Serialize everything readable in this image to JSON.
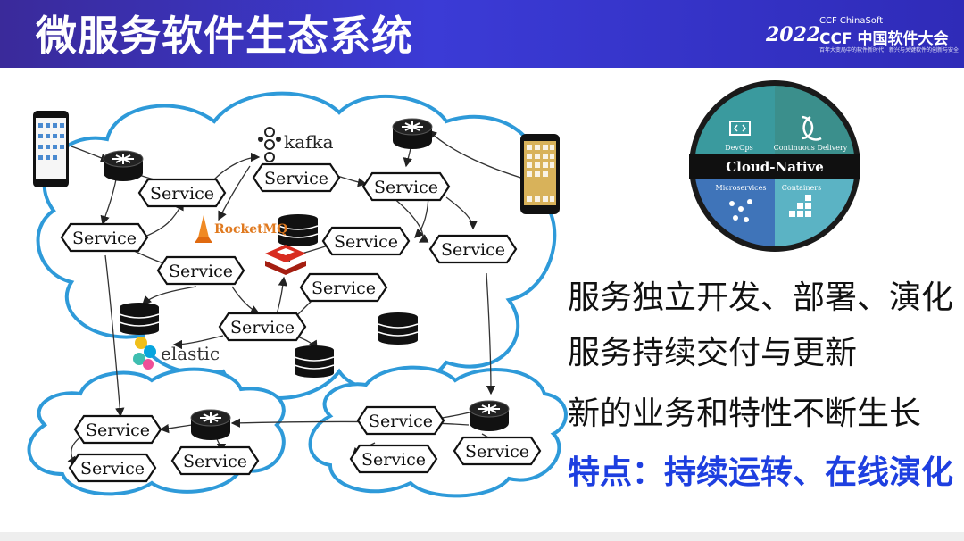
{
  "header": {
    "title": "微服务软件生态系统"
  },
  "logo": {
    "year": "2022",
    "org": "CCF ChinaSoft",
    "conference": "CCF 中国软件大会",
    "tagline": "百年大变局中的软件新时代：新兴与关键软件的创新与安全"
  },
  "diagram": {
    "service_label": "Service",
    "kafka_label": "kafka",
    "rocketmq_label": "RocketMQ",
    "elastic_label": "elastic"
  },
  "cloud_native": {
    "center": "Cloud-Native",
    "devops": "DevOps",
    "continuous_delivery": "Continuous Delivery",
    "microservices": "Microservices",
    "containers": "Containers",
    "colors": {
      "devops": "#3a9a9e",
      "delivery": "#3b8f8c",
      "micro": "#3f74b9",
      "containers": "#5bb3c4",
      "band": "#101010"
    }
  },
  "bullets": [
    {
      "text": "服务独立开发、部署、演化"
    },
    {
      "text": "服务持续交付与更新"
    },
    {
      "text": "新的业务和特性不断生长"
    },
    {
      "text": "特点：持续运转、在线演化"
    }
  ],
  "colors": {
    "cloud_stroke": "#2e9ad9",
    "highlight": "#1e3fe0"
  }
}
